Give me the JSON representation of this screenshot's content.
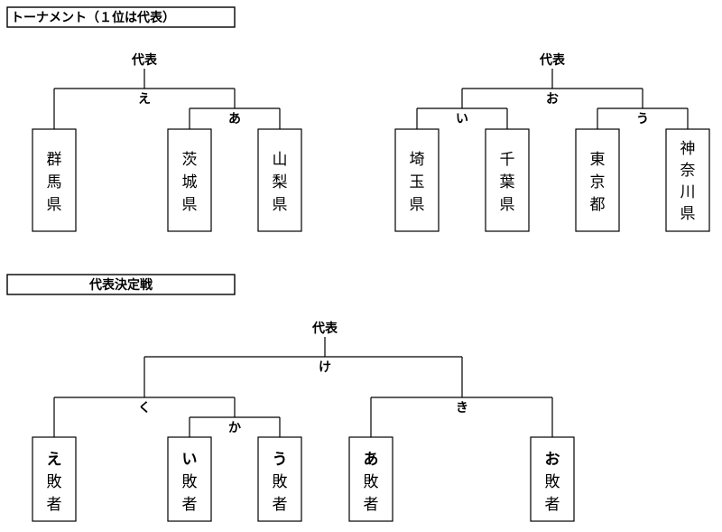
{
  "tournament": {
    "header": "トーナメント（１位は代表）",
    "groups": [
      {
        "winner_label": "代表",
        "final_match": "え",
        "sub_match": "あ",
        "teams": [
          "群馬県",
          "茨城県",
          "山梨県"
        ]
      },
      {
        "winner_label": "代表",
        "final_match": "お",
        "sub_matches": [
          "い",
          "う"
        ],
        "teams": [
          "埼玉県",
          "千葉県",
          "東京都",
          "神奈川県"
        ]
      }
    ]
  },
  "playoff": {
    "header": "代表決定戦",
    "winner_label": "代表",
    "final_match": "け",
    "left_match": "く",
    "left_sub_match": "か",
    "right_match": "き",
    "entries": [
      {
        "mark": "え",
        "text": "敗者"
      },
      {
        "mark": "い",
        "text": "敗者"
      },
      {
        "mark": "う",
        "text": "敗者"
      },
      {
        "mark": "あ",
        "text": "敗者"
      },
      {
        "mark": "お",
        "text": "敗者"
      }
    ]
  }
}
